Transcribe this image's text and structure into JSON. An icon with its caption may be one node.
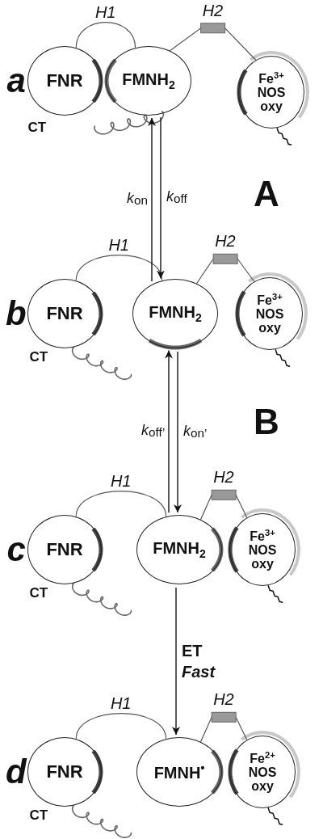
{
  "diagram": {
    "nodes": [
      {
        "text": [
          "FNR"
        ],
        "beside": [
          "CT"
        ]
      },
      {
        "text": [
          "FMNH$_{2}$"
        ]
      },
      {
        "text": [
          "Fe$^{3+}$ NOS oxy"
        ]
      },
      {
        "text": [
          "FNR"
        ],
        "beside": [
          "CT"
        ]
      },
      {
        "text": [
          "FMNH$_{2}$"
        ]
      },
      {
        "text": [
          "Fe$^{3+}$ NOS oxy"
        ]
      },
      {
        "text": [
          "FNR"
        ],
        "beside": [
          "CT"
        ]
      },
      {
        "text": [
          "FMNH$_{2}$"
        ]
      },
      {
        "text": [
          "Fe$^{3+}$ NOS oxy"
        ]
      },
      {
        "text": [
          "FNR"
        ],
        "beside": [
          "CT"
        ]
      },
      {
        "text": [
          "FMNH$^{•}$"
        ]
      },
      {
        "text": [
          "Fe$^{2+}$ NOS oxy"
        ]
      }
    ],
    "edges": [
      {
        "from": 0,
        "to": 1,
        "arrow": "none",
        "label": "H1"
      },
      {
        "from": 1,
        "to": 2,
        "arrow": "none",
        "label": "H2"
      },
      {
        "from": 3,
        "to": 4,
        "arrow": "none",
        "label": "H1"
      },
      {
        "from": 4,
        "to": 5,
        "arrow": "none",
        "label": "H2"
      },
      {
        "from": 6,
        "to": 7,
        "arrow": "none",
        "label": "H1"
      },
      {
        "from": 7,
        "to": 8,
        "arrow": "none",
        "label": "H2"
      },
      {
        "from": 9,
        "to": 10,
        "arrow": "none",
        "label": "H1"
      },
      {
        "from": 10,
        "to": 11,
        "arrow": "none",
        "label": "H2"
      },
      {
        "from": 4,
        "to": 1,
        "arrow": "to",
        "label": "*k*$_{on}$"
      },
      {
        "from": 1,
        "to": 4,
        "arrow": "to",
        "label": "*k*$_{off}$"
      },
      {
        "from": 7,
        "to": 4,
        "arrow": "to",
        "label": "*k*$_{off’}$"
      },
      {
        "from": 4,
        "to": 7,
        "arrow": "to",
        "label": "*k*$_{on’}$"
      },
      {
        "from": 7,
        "to": 10,
        "arrow": "to",
        "label": "ET *Fast*"
      }
    ],
    "labels": [
      "a",
      "A",
      "b",
      "B",
      "c",
      "d"
    ]
  }
}
